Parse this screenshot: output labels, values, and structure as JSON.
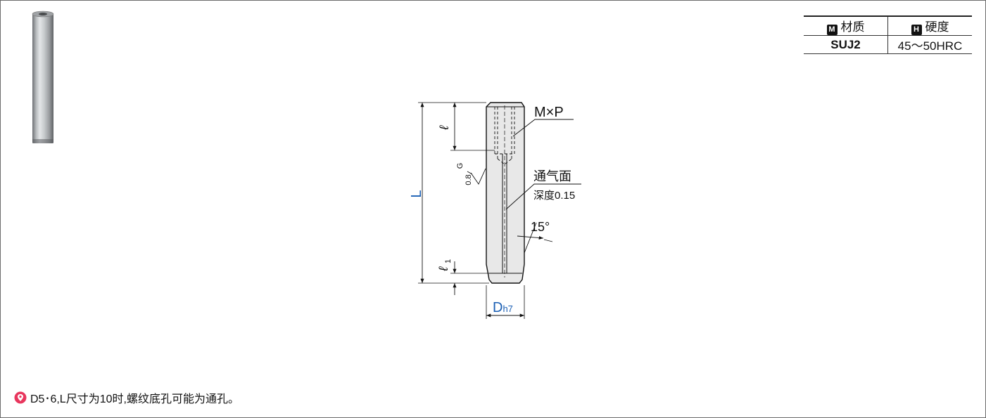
{
  "spec_table": {
    "material_badge": "M",
    "material_label": "材质",
    "hardness_badge": "H",
    "hardness_label": "硬度",
    "material_value": "SUJ2",
    "hardness_value": "45～50HRC"
  },
  "drawing": {
    "thread_label": "M×P",
    "vent_label": "通气面",
    "vent_depth_label": "深度0.15",
    "angle_label": "15°",
    "length_label": "L",
    "thread_length_label": "ℓ",
    "chamfer_length_label": "ℓ",
    "chamfer_length_sub": "1",
    "diameter_label": "D",
    "diameter_sub": "h7",
    "surface_finish_value": "0.8",
    "surface_finish_grade": "G"
  },
  "note": {
    "text": "D5･6,L尺寸为10时,螺纹底孔可能为通孔。"
  },
  "colors": {
    "dimension_blue": "#1a5fb4",
    "note_icon": "#e8365d"
  }
}
